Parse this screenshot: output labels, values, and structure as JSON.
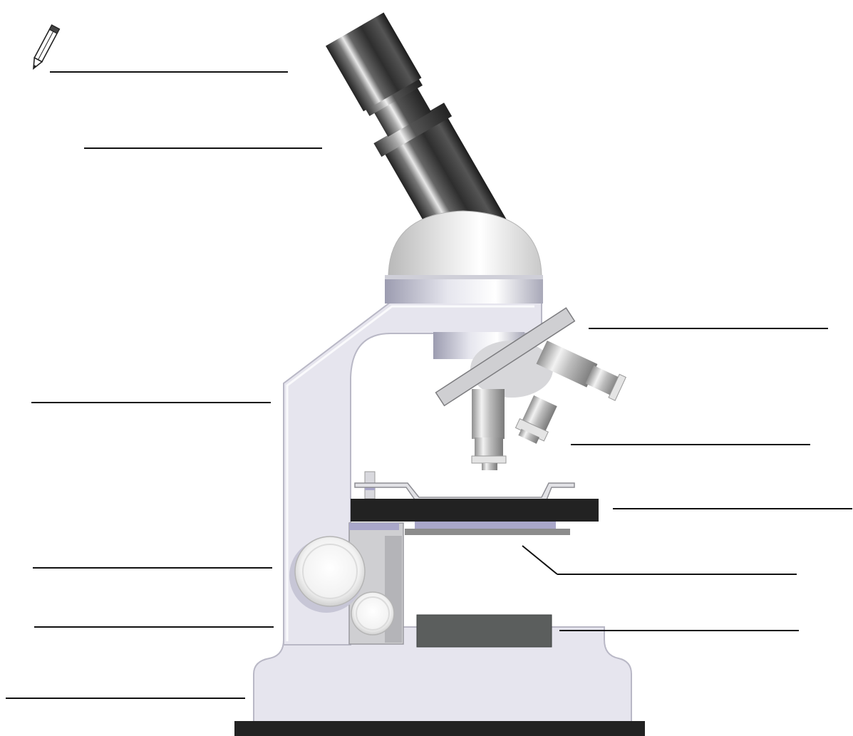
{
  "worksheet": {
    "icon": "pencil-icon",
    "colors": {
      "frame": "#e6e5ee",
      "frame_outline": "#b9b8c6",
      "frame_shadow": "#c7c6d6",
      "tube_dark": "#3a3a3a",
      "metal_light": "#d9d9d9",
      "stage": "#222222",
      "lamp": "#5b5e5d",
      "base_plate": "#222222",
      "accent_violet": "#a9a7c9"
    },
    "answer_blanks": [
      {
        "part": "eyepiece",
        "side": "left"
      },
      {
        "part": "body-tube",
        "side": "left"
      },
      {
        "part": "arm",
        "side": "left"
      },
      {
        "part": "coarse-focus-knob",
        "side": "left"
      },
      {
        "part": "fine-focus-knob",
        "side": "left"
      },
      {
        "part": "base",
        "side": "left"
      },
      {
        "part": "revolving-nosepiece",
        "side": "right"
      },
      {
        "part": "objective-lens",
        "side": "right"
      },
      {
        "part": "stage",
        "side": "right"
      },
      {
        "part": "diaphragm",
        "side": "right"
      },
      {
        "part": "light-source",
        "side": "right"
      }
    ]
  }
}
